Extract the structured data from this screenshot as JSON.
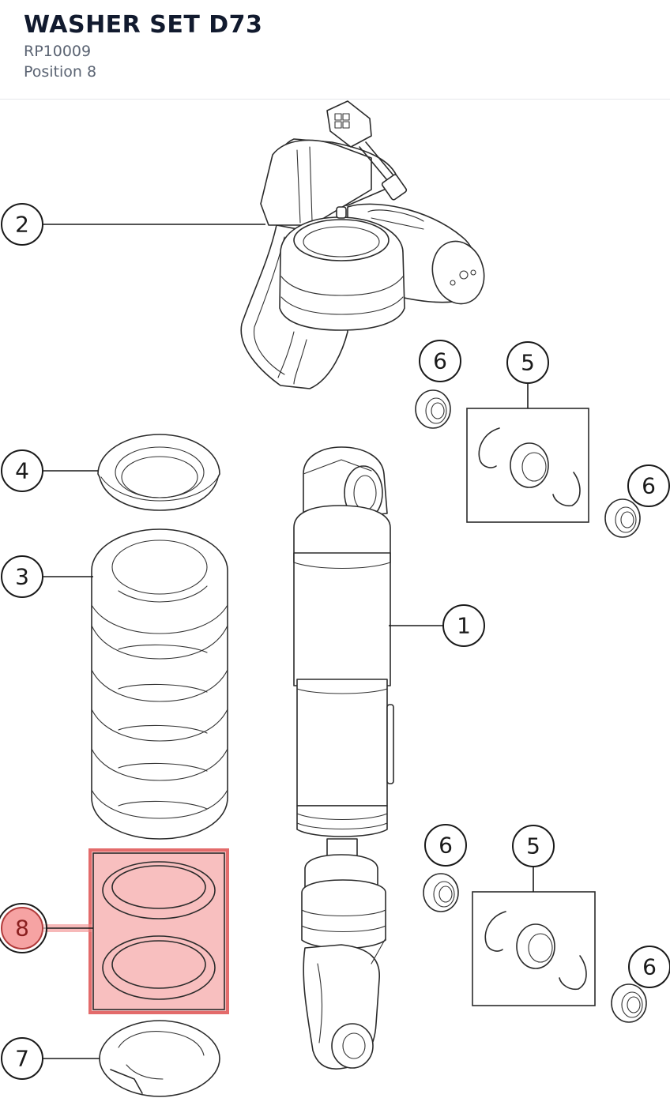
{
  "header": {
    "title": "WASHER SET D73",
    "part_number": "RP10009",
    "position": "Position 8"
  },
  "callouts": {
    "c1": "1",
    "c2": "2",
    "c3": "3",
    "c4": "4",
    "c5a": "5",
    "c5b": "5",
    "c6a": "6",
    "c6b": "6",
    "c6c": "6",
    "c6d": "6",
    "c7": "7",
    "c8": "8"
  },
  "highlight": {
    "selected_position": "8",
    "color": "#f28b8b"
  }
}
